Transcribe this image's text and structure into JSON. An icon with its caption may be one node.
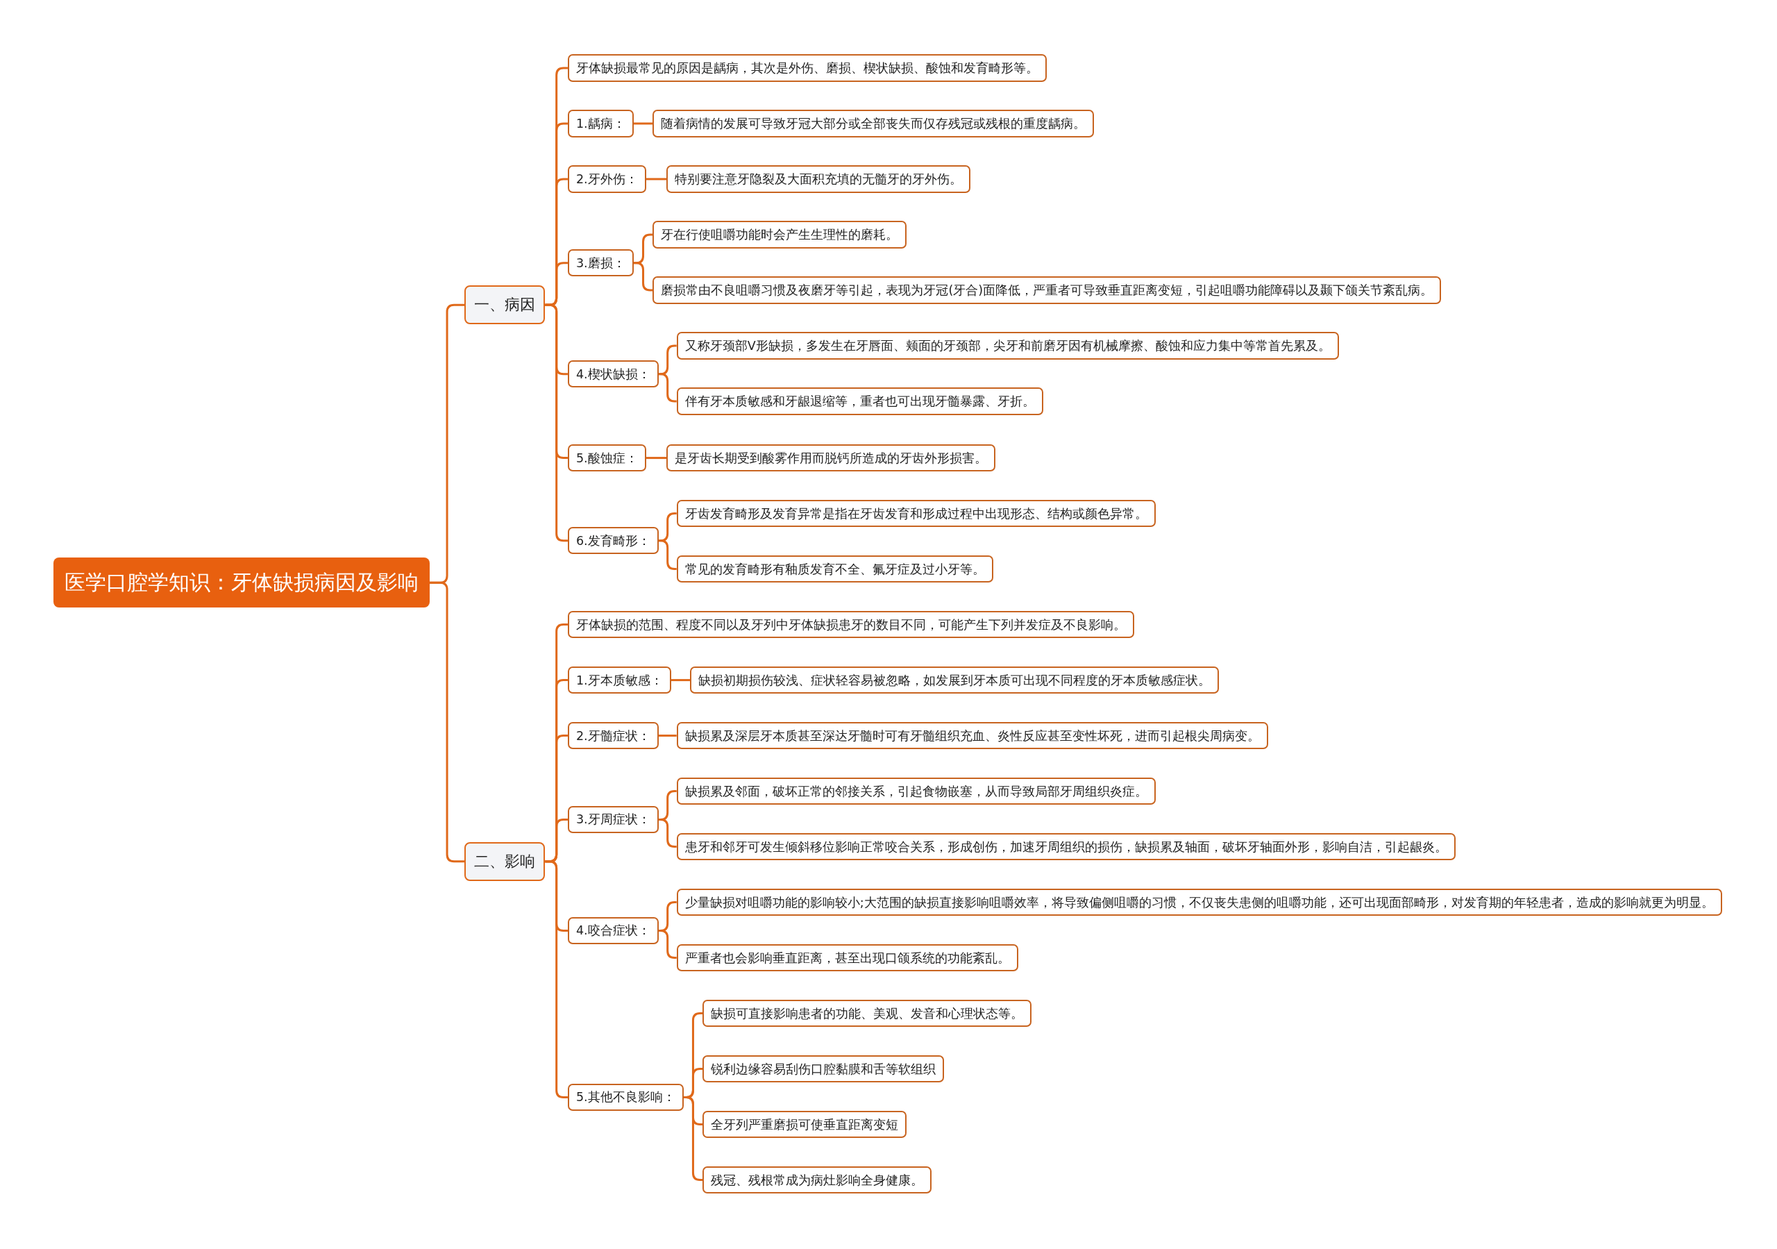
{
  "diagram": {
    "nodes": [
      {
        "text": [
          "医学口腔学知识：牙体缺损病因及影响"
        ]
      },
      {
        "text": [
          "一、病因"
        ]
      },
      {
        "text": [
          "牙体缺损最常见的原因是龋病，其次是外伤、磨损、楔状缺损、酸蚀和发育畸形等。"
        ]
      },
      {
        "text": [
          "1.龋病："
        ]
      },
      {
        "text": [
          "随着病情的发展可导致牙冠大部分或全部丧失而仅存残冠或残根的重度龋病。"
        ]
      },
      {
        "text": [
          "2.牙外伤："
        ]
      },
      {
        "text": [
          "特别要注意牙隐裂及大面积充填的无髓牙的牙外伤。"
        ]
      },
      {
        "text": [
          "3.磨损："
        ]
      },
      {
        "text": [
          "牙在行使咀嚼功能时会产生生理性的磨耗。"
        ]
      },
      {
        "text": [
          "磨损常由不良咀嚼习惯及夜磨牙等引起，表现为牙冠(牙合)面降低，严重者可导致垂直距离变短，引起咀嚼功能障碍以及颞下颌关节紊乱病。"
        ]
      },
      {
        "text": [
          "4.楔状缺损："
        ]
      },
      {
        "text": [
          "又称牙颈部V形缺损，多发生在牙唇面、颊面的牙颈部，尖牙和前磨牙因有机械摩擦、酸蚀和应力集中等常首先累及。"
        ]
      },
      {
        "text": [
          "伴有牙本质敏感和牙龈退缩等，重者也可出现牙髓暴露、牙折。"
        ]
      },
      {
        "text": [
          "5.酸蚀症："
        ]
      },
      {
        "text": [
          "是牙齿长期受到酸雾作用而脱钙所造成的牙齿外形损害。"
        ]
      },
      {
        "text": [
          "6.发育畸形："
        ]
      },
      {
        "text": [
          "牙齿发育畸形及发育异常是指在牙齿发育和形成过程中出现形态、结构或颜色异常。"
        ]
      },
      {
        "text": [
          "常见的发育畸形有釉质发育不全、氟牙症及过小牙等。"
        ]
      },
      {
        "text": [
          "二、影响"
        ]
      },
      {
        "text": [
          "牙体缺损的范围、程度不同以及牙列中牙体缺损患牙的数目不同，可能产生下列并发症及不良影响。"
        ]
      },
      {
        "text": [
          "1.牙本质敏感："
        ]
      },
      {
        "text": [
          "缺损初期损伤较浅、症状轻容易被忽略，如发展到牙本质可出现不同程度的牙本质敏感症状。"
        ]
      },
      {
        "text": [
          "2.牙髓症状："
        ]
      },
      {
        "text": [
          "缺损累及深层牙本质甚至深达牙髓时可有牙髓组织充血、炎性反应甚至变性坏死，进而引起根尖周病变。"
        ]
      },
      {
        "text": [
          "3.牙周症状："
        ]
      },
      {
        "text": [
          "缺损累及邻面，破坏正常的邻接关系，引起食物嵌塞，从而导致局部牙周组织炎症。"
        ]
      },
      {
        "text": [
          "患牙和邻牙可发生倾斜移位影响正常咬合关系，形成创伤，加速牙周组织的损伤，缺损累及轴面，破坏牙轴面外形，影响自洁，引起龈炎。"
        ]
      },
      {
        "text": [
          "4.咬合症状："
        ]
      },
      {
        "text": [
          "少量缺损对咀嚼功能的影响较小;大范围的缺损直接影响咀嚼效率，将导致偏侧咀嚼的习惯，不仅丧失患侧的咀嚼功能，还可出现面部畸形，对发育期的年轻患者，造成的影响就更为明显。"
        ]
      },
      {
        "text": [
          "严重者也会影响垂直距离，甚至出现口颌系统的功能紊乱。"
        ]
      },
      {
        "text": [
          "5.其他不良影响："
        ]
      },
      {
        "text": [
          "缺损可直接影响患者的功能、美观、发音和心理状态等。"
        ]
      },
      {
        "text": [
          "锐利边缘容易刮伤口腔黏膜和舌等软组织"
        ]
      },
      {
        "text": [
          "全牙列严重磨损可使垂直距离变短"
        ]
      },
      {
        "text": [
          "残冠、残根常成为病灶影响全身健康。"
        ]
      }
    ],
    "edges": [
      {
        "from": 0,
        "to": 1,
        "arrow": "none"
      },
      {
        "from": 0,
        "to": 18,
        "arrow": "none"
      },
      {
        "from": 1,
        "to": 2,
        "arrow": "none"
      },
      {
        "from": 1,
        "to": 3,
        "arrow": "none"
      },
      {
        "from": 1,
        "to": 5,
        "arrow": "none"
      },
      {
        "from": 1,
        "to": 7,
        "arrow": "none"
      },
      {
        "from": 1,
        "to": 10,
        "arrow": "none"
      },
      {
        "from": 1,
        "to": 13,
        "arrow": "none"
      },
      {
        "from": 1,
        "to": 15,
        "arrow": "none"
      },
      {
        "from": 3,
        "to": 4,
        "arrow": "none"
      },
      {
        "from": 5,
        "to": 6,
        "arrow": "none"
      },
      {
        "from": 7,
        "to": 8,
        "arrow": "none"
      },
      {
        "from": 7,
        "to": 9,
        "arrow": "none"
      },
      {
        "from": 10,
        "to": 11,
        "arrow": "none"
      },
      {
        "from": 10,
        "to": 12,
        "arrow": "none"
      },
      {
        "from": 13,
        "to": 14,
        "arrow": "none"
      },
      {
        "from": 15,
        "to": 16,
        "arrow": "none"
      },
      {
        "from": 15,
        "to": 17,
        "arrow": "none"
      },
      {
        "from": 18,
        "to": 19,
        "arrow": "none"
      },
      {
        "from": 18,
        "to": 20,
        "arrow": "none"
      },
      {
        "from": 18,
        "to": 22,
        "arrow": "none"
      },
      {
        "from": 18,
        "to": 24,
        "arrow": "none"
      },
      {
        "from": 18,
        "to": 27,
        "arrow": "none"
      },
      {
        "from": 18,
        "to": 30,
        "arrow": "none"
      },
      {
        "from": 20,
        "to": 21,
        "arrow": "none"
      },
      {
        "from": 22,
        "to": 23,
        "arrow": "none"
      },
      {
        "from": 24,
        "to": 25,
        "arrow": "none"
      },
      {
        "from": 24,
        "to": 26,
        "arrow": "none"
      },
      {
        "from": 27,
        "to": 28,
        "arrow": "none"
      },
      {
        "from": 27,
        "to": 29,
        "arrow": "none"
      },
      {
        "from": 30,
        "to": 31,
        "arrow": "none"
      },
      {
        "from": 30,
        "to": 32,
        "arrow": "none"
      },
      {
        "from": 30,
        "to": 33,
        "arrow": "none"
      },
      {
        "from": 30,
        "to": 34,
        "arrow": "none"
      }
    ]
  }
}
